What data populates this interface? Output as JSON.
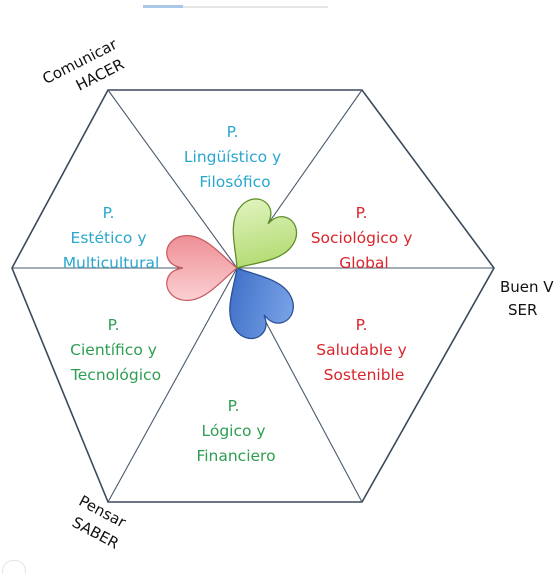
{
  "diagram": {
    "corners": {
      "top_left": {
        "line1": "Comunicar",
        "line2": "HACER"
      },
      "right": {
        "line1": "Buen Vivir",
        "line2": "SER"
      },
      "bottom_left": {
        "line1": "Pensar",
        "line2": "SABER"
      }
    },
    "segments": [
      {
        "id": "linguistico",
        "lines": [
          "P.",
          "Lingüístico y",
          "Filosófico"
        ],
        "color": "#2aa7cf"
      },
      {
        "id": "sociologico",
        "lines": [
          "P.",
          "Sociológico y",
          "Global"
        ],
        "color": "#d9252b"
      },
      {
        "id": "saludable",
        "lines": [
          "P.",
          "Saludable y",
          "Sostenible"
        ],
        "color": "#d9252b"
      },
      {
        "id": "logico",
        "lines": [
          "P.",
          "Lógico y",
          "Financiero"
        ],
        "color": "#2e9e52"
      },
      {
        "id": "cientifico",
        "lines": [
          "P.",
          "Científico y",
          "Tecnológico"
        ],
        "color": "#2e9e52"
      },
      {
        "id": "estetico",
        "lines": [
          "P.",
          "Estético y",
          "Multicultural"
        ],
        "color": "#2aa7cf"
      }
    ],
    "petals": [
      {
        "id": "blue-heart",
        "color": "#4a7fd4"
      },
      {
        "id": "pink-heart",
        "color": "#f3a0a4"
      },
      {
        "id": "green-heart",
        "color": "#b9e07a"
      }
    ],
    "line_color": "#3a4a5c"
  }
}
